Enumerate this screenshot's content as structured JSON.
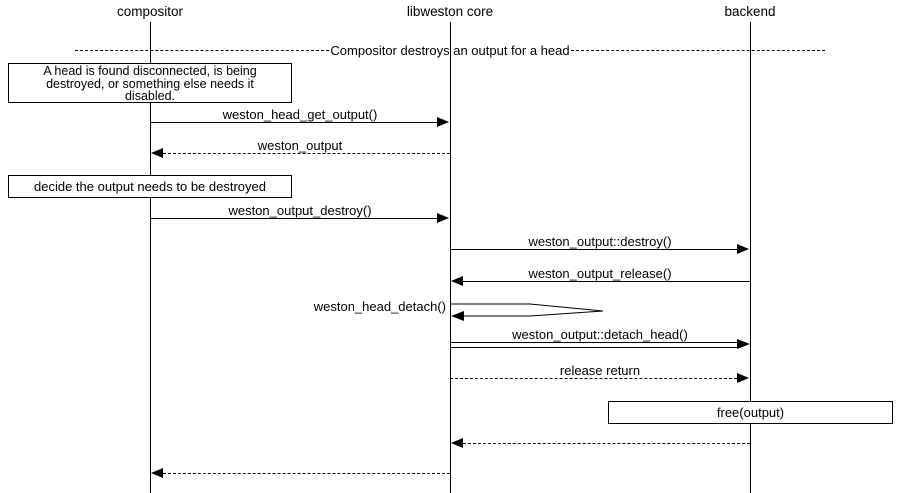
{
  "colors": {
    "foreground": "#000000",
    "background": "#ffffff"
  },
  "actors": [
    {
      "name": "compositor"
    },
    {
      "name": "libweston core"
    },
    {
      "name": "backend"
    }
  ],
  "divider": {
    "label": "Compositor destroys an output for a head"
  },
  "notes": {
    "head_disconnected": {
      "lines": [
        "A head is found disconnected, is being",
        "destroyed, or something else needs it",
        "disabled."
      ]
    },
    "decide_destroy": {
      "text": "decide the output needs to be destroyed"
    },
    "free_output": {
      "text": "free(output)"
    }
  },
  "messages": [
    {
      "label": "weston_head_get_output()",
      "from": "compositor",
      "to": "libweston core",
      "line": "solid"
    },
    {
      "label": "weston_output",
      "from": "libweston core",
      "to": "compositor",
      "line": "dotted"
    },
    {
      "label": "weston_output_destroy()",
      "from": "compositor",
      "to": "libweston core",
      "line": "solid"
    },
    {
      "label": "weston_output::destroy()",
      "from": "libweston core",
      "to": "backend",
      "line": "solid"
    },
    {
      "label": "weston_output_release()",
      "from": "backend",
      "to": "libweston core",
      "line": "solid"
    },
    {
      "label": "weston_head_detach()",
      "from": "libweston core",
      "to": "libweston core",
      "line": "self"
    },
    {
      "label": "weston_output::detach_head()",
      "from": "libweston core",
      "to": "backend",
      "line": "double"
    },
    {
      "label": "release return",
      "from": "libweston core",
      "to": "backend",
      "line": "dotted"
    },
    {
      "label": "",
      "from": "backend",
      "to": "libweston core",
      "line": "dotted"
    },
    {
      "label": "",
      "from": "libweston core",
      "to": "compositor",
      "line": "dotted"
    }
  ]
}
